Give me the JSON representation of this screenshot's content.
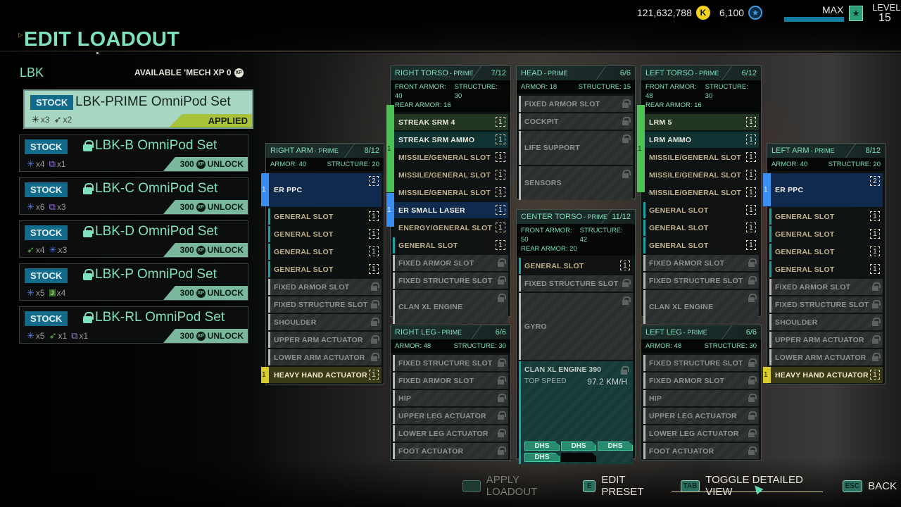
{
  "header": {
    "title": "EDIT LOADOUT"
  },
  "currency": {
    "cbills": "121,632,788",
    "cbills_icon": "k-coin-icon",
    "mc": "6,100",
    "mc_icon": "star-coin-icon"
  },
  "pilot": {
    "xp_label": "MAX",
    "level_label": "LEVEL",
    "level": "15",
    "xp_bar_color": "#137ea0"
  },
  "mech": {
    "name": "LBK",
    "available_xp_label": "AVAILABLE 'MECH XP 0",
    "xp_icon": "xp"
  },
  "presets": [
    {
      "tag": "STOCK",
      "name": "LBK-PRIME OmniPod Set",
      "locked": false,
      "hardpoints": [
        {
          "type": "energy",
          "glyph": "✳",
          "count": "x3"
        },
        {
          "type": "missile",
          "glyph": "➶",
          "count": "x2"
        }
      ],
      "status": "APPLIED"
    },
    {
      "tag": "STOCK",
      "name": "LBK-B OmniPod Set",
      "locked": true,
      "hardpoints": [
        {
          "type": "energy",
          "glyph": "✳",
          "count": "x4"
        },
        {
          "type": "ballistic",
          "glyph": "⧉",
          "count": "x1"
        }
      ],
      "cost": "300",
      "action": "UNLOCK"
    },
    {
      "tag": "STOCK",
      "name": "LBK-C OmniPod Set",
      "locked": true,
      "hardpoints": [
        {
          "type": "energy",
          "glyph": "✳",
          "count": "x6"
        },
        {
          "type": "ballistic",
          "glyph": "⧉",
          "count": "x3"
        }
      ],
      "cost": "300",
      "action": "UNLOCK"
    },
    {
      "tag": "STOCK",
      "name": "LBK-D OmniPod Set",
      "locked": true,
      "hardpoints": [
        {
          "type": "missile",
          "glyph": "➶",
          "count": "x4"
        },
        {
          "type": "energy",
          "glyph": "✳",
          "count": "x3"
        }
      ],
      "cost": "300",
      "action": "UNLOCK"
    },
    {
      "tag": "STOCK",
      "name": "LBK-P OmniPod Set",
      "locked": true,
      "hardpoints": [
        {
          "type": "energy",
          "glyph": "✳",
          "count": "x5"
        },
        {
          "type": "jump",
          "glyph": "J",
          "count": "x4"
        }
      ],
      "cost": "300",
      "action": "UNLOCK"
    },
    {
      "tag": "STOCK",
      "name": "LBK-RL OmniPod Set",
      "locked": true,
      "hardpoints": [
        {
          "type": "energy",
          "glyph": "✳",
          "count": "x5"
        },
        {
          "type": "missile",
          "glyph": "➶",
          "count": "x1"
        },
        {
          "type": "ballistic",
          "glyph": "⧉",
          "count": "x1"
        }
      ],
      "cost": "300",
      "action": "UNLOCK"
    }
  ],
  "components": {
    "right_arm": {
      "name": "RIGHT ARM",
      "variant": "- PRIME",
      "slots_used": "8/12",
      "armor": "ARMOR: 40",
      "structure": "STRUCTURE: 20",
      "slots": [
        {
          "label": "ER PPC",
          "count": "2",
          "group": "1"
        },
        {
          "label": "GENERAL SLOT",
          "count": "1"
        },
        {
          "label": "GENERAL SLOT",
          "count": "1"
        },
        {
          "label": "GENERAL SLOT",
          "count": "1"
        },
        {
          "label": "GENERAL SLOT",
          "count": "1"
        },
        {
          "label": "FIXED ARMOR SLOT"
        },
        {
          "label": "FIXED STRUCTURE SLOT"
        },
        {
          "label": "SHOULDER"
        },
        {
          "label": "UPPER ARM ACTUATOR"
        },
        {
          "label": "LOWER ARM ACTUATOR"
        },
        {
          "label": "HEAVY HAND ACTUATOR",
          "count": "1",
          "group": "1"
        }
      ]
    },
    "right_torso": {
      "name": "RIGHT TORSO",
      "variant": "- PRIME",
      "slots_used": "7/12",
      "front_armor": "FRONT ARMOR: 40",
      "structure": "STRUCTURE: 30",
      "rear_armor": "REAR ARMOR: 16",
      "slots": [
        {
          "label": "STREAK SRM 4",
          "count": "1"
        },
        {
          "label": "STREAK SRM AMMO",
          "count": "1"
        },
        {
          "label": "MISSILE/GENERAL SLOT",
          "count": "1",
          "group": "1"
        },
        {
          "label": "MISSILE/GENERAL SLOT",
          "count": "1"
        },
        {
          "label": "MISSILE/GENERAL SLOT",
          "count": "1"
        },
        {
          "label": "ER SMALL LASER",
          "count": "1",
          "group": "1"
        },
        {
          "label": "ENERGY/GENERAL SLOT",
          "count": "1"
        },
        {
          "label": "GENERAL SLOT",
          "count": "1"
        },
        {
          "label": "FIXED ARMOR SLOT"
        },
        {
          "label": "FIXED STRUCTURE SLOT"
        },
        {
          "label": "CLAN XL ENGINE"
        }
      ]
    },
    "head": {
      "name": "HEAD",
      "variant": "- PRIME",
      "slots_used": "6/6",
      "armor": "ARMOR: 18",
      "structure": "STRUCTURE: 15",
      "slots": [
        {
          "label": "FIXED ARMOR SLOT"
        },
        {
          "label": "COCKPIT"
        },
        {
          "label": "LIFE SUPPORT"
        },
        {
          "label": "SENSORS"
        }
      ]
    },
    "center_torso": {
      "name": "CENTER TORSO",
      "variant": "- PRIME",
      "slots_used": "11/12",
      "front_armor": "FRONT ARMOR: 50",
      "structure": "STRUCTURE: 42",
      "rear_armor": "REAR ARMOR: 20",
      "slots": [
        {
          "label": "GENERAL SLOT",
          "count": "1"
        },
        {
          "label": "FIXED STRUCTURE SLOT"
        },
        {
          "label": "GYRO"
        }
      ],
      "engine": {
        "name": "CLAN XL ENGINE 390",
        "speed_label": "TOP SPEED",
        "speed": "97.2 KM/H",
        "heat_sinks": [
          "DHS",
          "DHS",
          "DHS",
          "DHS",
          ""
        ]
      }
    },
    "left_torso": {
      "name": "LEFT TORSO",
      "variant": "- PRIME",
      "slots_used": "6/12",
      "front_armor": "FRONT ARMOR: 48",
      "structure": "STRUCTURE: 30",
      "rear_armor": "REAR ARMOR: 16",
      "slots": [
        {
          "label": "LRM 5",
          "count": "1"
        },
        {
          "label": "LRM AMMO",
          "count": "1"
        },
        {
          "label": "MISSILE/GENERAL SLOT",
          "count": "1",
          "group": "1"
        },
        {
          "label": "MISSILE/GENERAL SLOT",
          "count": "1"
        },
        {
          "label": "MISSILE/GENERAL SLOT",
          "count": "1"
        },
        {
          "label": "GENERAL SLOT",
          "count": "1"
        },
        {
          "label": "GENERAL SLOT",
          "count": "1"
        },
        {
          "label": "GENERAL SLOT",
          "count": "1"
        },
        {
          "label": "FIXED ARMOR SLOT"
        },
        {
          "label": "FIXED STRUCTURE SLOT"
        },
        {
          "label": "CLAN XL ENGINE"
        }
      ]
    },
    "right_leg": {
      "name": "RIGHT LEG",
      "variant": "- PRIME",
      "slots_used": "6/6",
      "armor": "ARMOR: 48",
      "structure": "STRUCTURE: 30",
      "slots": [
        {
          "label": "FIXED STRUCTURE SLOT"
        },
        {
          "label": "FIXED ARMOR SLOT"
        },
        {
          "label": "HIP"
        },
        {
          "label": "UPPER LEG ACTUATOR"
        },
        {
          "label": "LOWER LEG ACTUATOR"
        },
        {
          "label": "FOOT ACTUATOR"
        }
      ]
    },
    "left_leg": {
      "name": "LEFT LEG",
      "variant": "- PRIME",
      "slots_used": "6/6",
      "armor": "ARMOR: 48",
      "structure": "STRUCTURE: 30",
      "slots": [
        {
          "label": "FIXED STRUCTURE SLOT"
        },
        {
          "label": "FIXED ARMOR SLOT"
        },
        {
          "label": "HIP"
        },
        {
          "label": "UPPER LEG ACTUATOR"
        },
        {
          "label": "LOWER LEG ACTUATOR"
        },
        {
          "label": "FOOT ACTUATOR"
        }
      ]
    },
    "left_arm": {
      "name": "LEFT ARM",
      "variant": "- PRIME",
      "slots_used": "8/12",
      "armor": "ARMOR: 40",
      "structure": "STRUCTURE: 20",
      "slots": [
        {
          "label": "ER PPC",
          "count": "2",
          "group": "1"
        },
        {
          "label": "GENERAL SLOT",
          "count": "1"
        },
        {
          "label": "GENERAL SLOT",
          "count": "1"
        },
        {
          "label": "GENERAL SLOT",
          "count": "1"
        },
        {
          "label": "GENERAL SLOT",
          "count": "1"
        },
        {
          "label": "FIXED ARMOR SLOT"
        },
        {
          "label": "FIXED STRUCTURE SLOT"
        },
        {
          "label": "SHOULDER"
        },
        {
          "label": "UPPER ARM ACTUATOR"
        },
        {
          "label": "LOWER ARM ACTUATOR"
        },
        {
          "label": "HEAVY HAND ACTUATOR",
          "count": "1",
          "group": "1"
        }
      ]
    }
  },
  "actions": [
    {
      "key": "",
      "label": "APPLY LOADOUT",
      "enabled": false
    },
    {
      "key": "E",
      "label": "EDIT PRESET",
      "enabled": true
    },
    {
      "key": "TAB",
      "label": "TOGGLE DETAILED VIEW",
      "enabled": true
    },
    {
      "key": "ESC",
      "label": "BACK",
      "enabled": true
    }
  ],
  "colors": {
    "accent": "#7ee0bd",
    "energy": "#3a8ef2",
    "missile": "#4cc155",
    "hand": "#d7cc2c",
    "applied": "#a8c23a",
    "unlock": "#79b89c"
  }
}
